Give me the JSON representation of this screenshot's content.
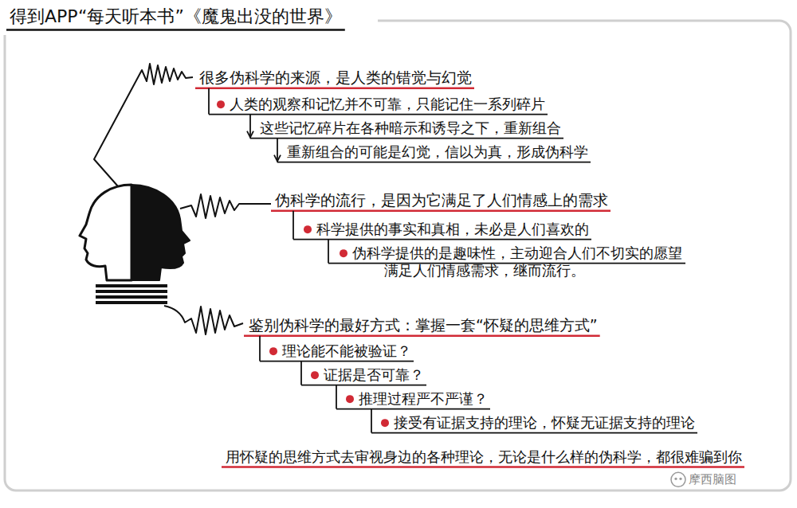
{
  "diagram": {
    "title": "得到APP“每天听本书”《魔鬼出没的世界》",
    "labels": [
      "很多伪科学的来源，是人类的错觉与幻觉",
      "人类的观察和记忆并不可靠，只能记住一系列碎片",
      "这些记忆碎片在各种暗示和诱导之下，重新组合",
      "重新组合的可能是幻觉，信以为真，形成伪科学",
      "伪科学的流行，是因为它满足了人们情感上的需求",
      "科学提供的事实和真相，未必是人们喜欢的",
      "伪科学提供的是趣味性，主动迎合人们不切实的愿望 满足人们情感需求，继而流行。",
      "鉴别伪科学的最好方式：掌握一套“怀疑的思维方式”",
      "理论能不能被验证？",
      "证据是否可靠？",
      "推理过程严不严谨？",
      "接受有证据支持的理论，怀疑无证据支持的理论",
      "用怀疑的思维方式去审视身边的各种理论，无论是什么样的伪科学，都很难骗到你",
      "摩西脑图"
    ]
  }
}
